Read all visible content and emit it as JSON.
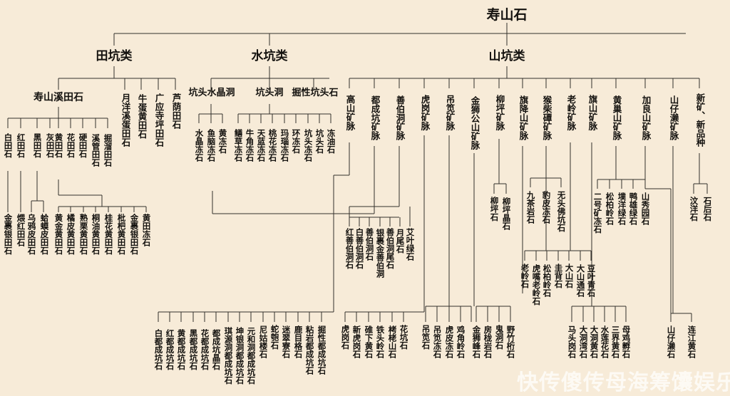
{
  "title": "寿山石",
  "watermark": "快传傻传母海筹馕娱乐",
  "colors": {
    "background": "#f7ebd8",
    "line": "#33302b",
    "text": "#14120f",
    "watermark": "rgba(255,255,255,0.72)"
  },
  "root": {
    "label": "寿山石"
  },
  "level1": [
    {
      "id": "tian",
      "label": "田坑类"
    },
    {
      "id": "shui",
      "label": "水坑类"
    },
    {
      "id": "shan",
      "label": "山坑类"
    }
  ],
  "tiankeng": {
    "label": "田坑类",
    "children": [
      {
        "label": "寿山溪田石",
        "orient": "h"
      },
      {
        "label": "月洋溪蛋田石",
        "orient": "v"
      },
      {
        "label": "牛蛋黄田石",
        "orient": "v"
      },
      {
        "label": "广应寺坪田石",
        "orient": "v"
      },
      {
        "label": "芦荫田石",
        "orient": "v"
      }
    ],
    "shoushanxi_children": [
      "白田石",
      "红田石",
      "黑田石",
      "灰田石",
      "黄田石",
      "花田石",
      "硬田石",
      "溪管田石",
      "掘溜田石"
    ],
    "bai_children": [
      "金裹银田石"
    ],
    "hong_children": [
      "煨红田石"
    ],
    "hei_children": [
      "乌鸦皮田石",
      "蛤蟆皮田石"
    ],
    "huang_children": [
      "黄金黄田石",
      "橘皮黄田石",
      "熟栗黄田石",
      "桐油黄田石",
      "桂花黄田石",
      "枇杷黄田石",
      "金裹银田石",
      "黄田冻石"
    ]
  },
  "shuikeng": {
    "label": "水坑类",
    "children": [
      {
        "label": "坑头水晶洞",
        "orient": "h"
      },
      {
        "label": "坑头洞",
        "orient": "h"
      },
      {
        "label": "掘性坑头石",
        "orient": "h"
      }
    ],
    "kengtoushuijingdong_children": [
      "水晶冻石",
      "鱼脑冻石",
      "黄冻石"
    ],
    "kengtoudong_children": [
      "鳝草冻石",
      "牛角冻石",
      "天蓝冻石",
      "桃花冻石",
      "玛瑙冻石",
      "环冻石",
      "坑头冻石",
      "坑头石",
      "冻油石"
    ]
  },
  "shankeng": {
    "label": "山坑类",
    "children": [
      {
        "label": "高山矿脉"
      },
      {
        "label": "都成坑矿脉"
      },
      {
        "label": "善伯洞矿脉"
      },
      {
        "label": "虎岗矿脉"
      },
      {
        "label": "吊笕矿脉"
      },
      {
        "label": "金狮公山矿脉"
      },
      {
        "label": "柳坪矿脉"
      },
      {
        "label": "旗降山矿脉"
      },
      {
        "label": "猴柴磹矿脉"
      },
      {
        "label": "老岭矿脉"
      },
      {
        "label": "旗山矿脉"
      },
      {
        "label": "黄巢山矿脉"
      },
      {
        "label": "加良山矿脉"
      },
      {
        "label": "山仔濑矿脉"
      },
      {
        "label": "新矿、新品种"
      }
    ],
    "gaoshan_children": [
      "白都成坑石",
      "红都成坑石",
      "黄都成坑石",
      "黑都成坑石",
      "花都成坑石",
      "都成坑晶石",
      "琪源洞都成坑石",
      "坤银洞都成坑石",
      "元和洞都成坑石",
      "尼姑楼石",
      "蛇匏石",
      "迷翠寮石",
      "鹿目格石",
      "粘岩都成坑石",
      "掘性都成坑石"
    ],
    "shanbodong_children": [
      "红善伯洞石",
      "白善伯洞石",
      "善伯洞石",
      "银裹金善伯洞",
      "善伯洞尾石",
      "月尾石",
      "艾叶绿石"
    ],
    "hugang_children": [
      "虎岗石",
      "新虎岗石",
      "碓下黄石",
      "铁头岭石",
      "栲栳山石",
      "花坑石"
    ],
    "diaojian_children": [
      "吊笕石",
      "吊笕冻石",
      "虎皮冻石",
      "鸡角岭石"
    ],
    "jinshi_children": [
      "金狮峰石",
      "房栊岩石",
      "鬼洞石",
      "野竹桁石"
    ],
    "liuping_children": [
      "柳坪石",
      "柳坪晶石"
    ],
    "houchai_children": [
      "九茶岩石",
      "豹皮冻石",
      "无头佛坑石"
    ],
    "laoling_children": [
      "老岭石",
      "虎嘴老岭石",
      "松柏岭石",
      "圭背石",
      "大山石",
      "大山通石",
      "豆叶青石"
    ],
    "huangchao_children": [
      "二号矿冻石",
      "松柏岭石",
      "墣洋绿石",
      "鸭雄绿石",
      "山秀园石"
    ],
    "qishan_children": [
      "马头岗石",
      "大洞湾石",
      "大洞黄石",
      "水莲花石",
      "三界黄石",
      "母鸡孵石"
    ],
    "xinkuang_children": [
      "汶洋石",
      "石后石"
    ],
    "jialiang_children": [
      "山仔濑石",
      "连江黄石"
    ]
  }
}
